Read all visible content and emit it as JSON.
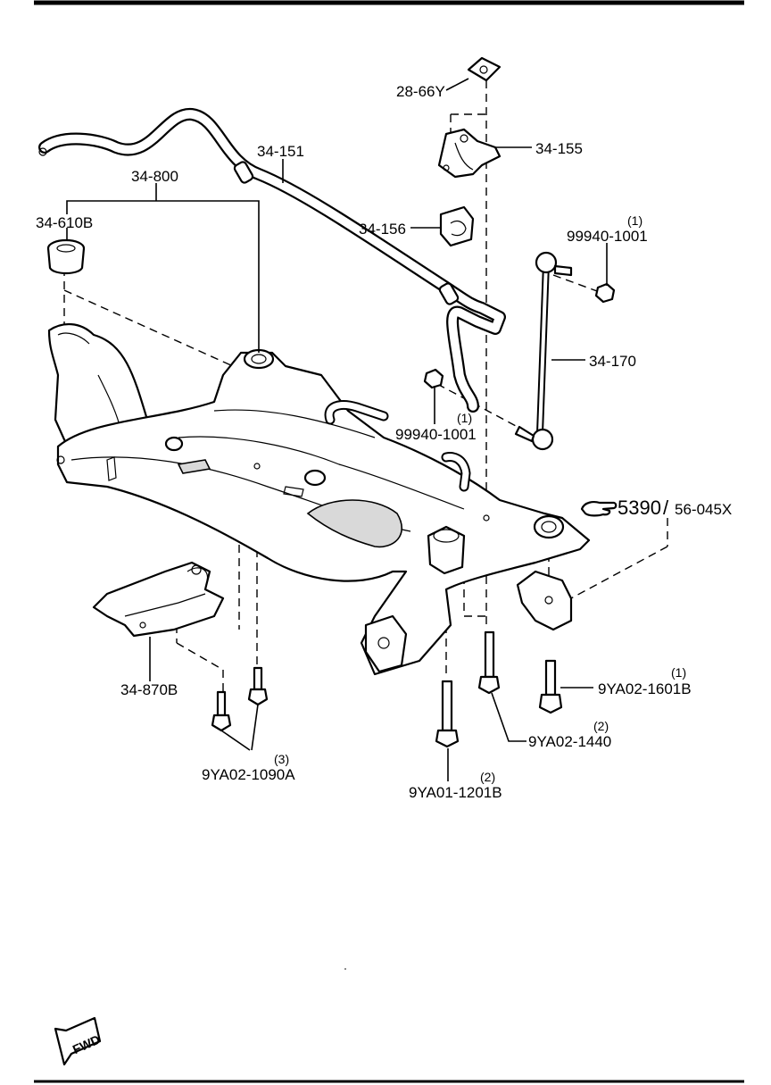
{
  "labels": {
    "nut_28_66y": "28-66Y",
    "stabilizer_bar": "34-151",
    "bracket_34_155": "34-155",
    "crossmember": "34-800",
    "bushing_34_610b": "34-610B",
    "bushing_34_156": "34-156",
    "nut_top_part": "99940-1001",
    "nut_top_qty": "(1)",
    "link_34_170": "34-170",
    "nut_mid_part": "99940-1001",
    "nut_mid_qty": "(1)",
    "ref_number": "5390",
    "ref_separator": "/",
    "ref_code": "56-045X",
    "bracket_34_870b": "34-870B",
    "bolt_1601b_part": "9YA02-1601B",
    "bolt_1601b_qty": "(1)",
    "bolt_1440_part": "9YA02-1440",
    "bolt_1440_qty": "(2)",
    "bolt_1090a_part": "9YA02-1090A",
    "bolt_1090a_qty": "(3)",
    "bolt_1201b_part": "9YA01-1201B",
    "bolt_1201b_qty": "(2)",
    "fwd": "FWD"
  },
  "icons": {
    "reference": "pointing-hand-icon",
    "forward": "forward-arrow-icon"
  }
}
